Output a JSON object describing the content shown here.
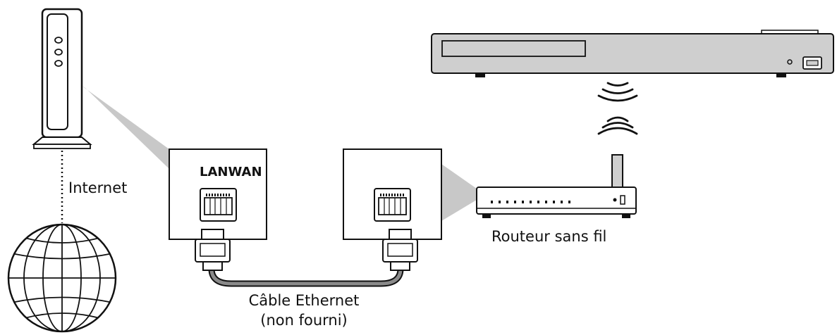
{
  "labels": {
    "internet": "Internet",
    "lan_wan": "LANWAN",
    "router": "Routeur sans fil",
    "cable_line1": "Câble Ethernet",
    "cable_line2": "(non fourni)"
  },
  "colors": {
    "line": "#111111",
    "device_fill": "#cfcfcf",
    "callout": "#c8c8c8",
    "cable": "#8a8a8a",
    "background": "#ffffff"
  },
  "icons": {
    "modem": "modem-icon",
    "globe": "globe-icon",
    "player": "blu-ray-player-icon",
    "router": "wireless-router-icon",
    "wifi": "wifi-signal-icon",
    "port": "ethernet-port-icon",
    "plug": "rj45-plug-icon"
  }
}
